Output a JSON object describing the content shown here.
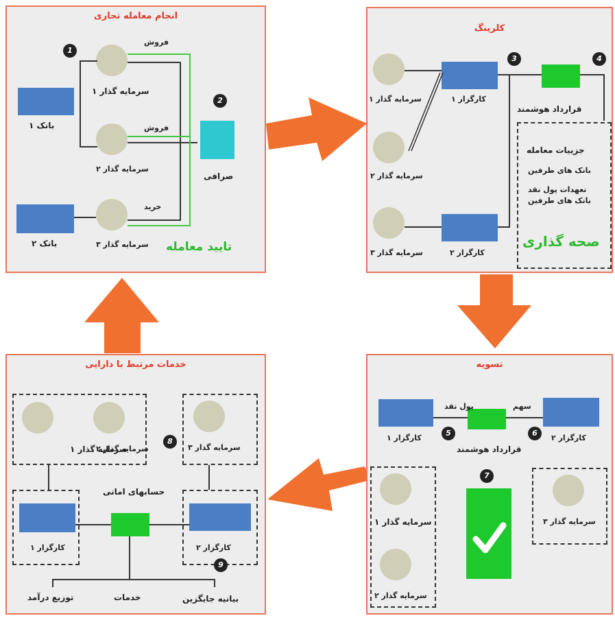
{
  "panel1": {
    "title": "انجام معامله تجاری",
    "bank1": "بانک ۱",
    "bank2": "بانک ۲",
    "investor1": "سرمایه گذار ۱",
    "investor2": "سرمایه گذار ۲",
    "investor3": "سرمایه گذار ۳",
    "sell1": "فروش",
    "sell2": "فروش",
    "buy": "خرید",
    "exchange": "صرافی",
    "confirm": "تایید معامله",
    "step1": "1",
    "step2": "2"
  },
  "panel2": {
    "title": "کلرینگ",
    "investor1": "سرمایه گذار ۱",
    "investor2": "سرمایه گذار ۲",
    "investor3": "سرمایه گذار ۳",
    "broker1": "کارگزار ۱",
    "broker2": "کارگزار ۲",
    "smart_contract": "قرارداد هوشمند",
    "detail1": "جزییات معامله",
    "detail2": "بانک های طرفین",
    "detail3a": "تعهدات پول نقد",
    "detail3b": "بانک های طرفین",
    "verify": "صحه گذاری",
    "step3": "3",
    "step4": "4"
  },
  "panel3": {
    "title": "تسویه",
    "cash": "پول نقد",
    "share": "سهم",
    "broker1": "کارگزار ۱",
    "broker2": "کارگزار ۲",
    "smart_contract": "قرارداد هوشمند",
    "investor1": "سرمایه گذار ۱",
    "investor2": "سرمایه گذار ۲",
    "investor3": "سرمایه گذار ۳",
    "step5": "5",
    "step6": "6",
    "step7": "7"
  },
  "panel4": {
    "title": "خدمات مرتبط با دارایی",
    "investor1": "سرمایه گذار ۱",
    "investor2": "سرمایه گذار ۲",
    "investor3": "سرمایه گذار ۳",
    "custody": "حسابهای امانی",
    "broker1": "کارگزار ۱",
    "broker2": "کارگزار ۲",
    "income": "توزیع درآمد",
    "services": "خدمات",
    "prize": "بیانیه جایگزین",
    "step8": "8",
    "step9": "9"
  },
  "colors": {
    "panel_border": "#e8735a",
    "arrow": "#f07030",
    "title": "#e03a2a",
    "document": "#4a7fc5",
    "contract": "#1ec92e",
    "exchange": "#2ec8d0",
    "node": "#cfceb6"
  }
}
